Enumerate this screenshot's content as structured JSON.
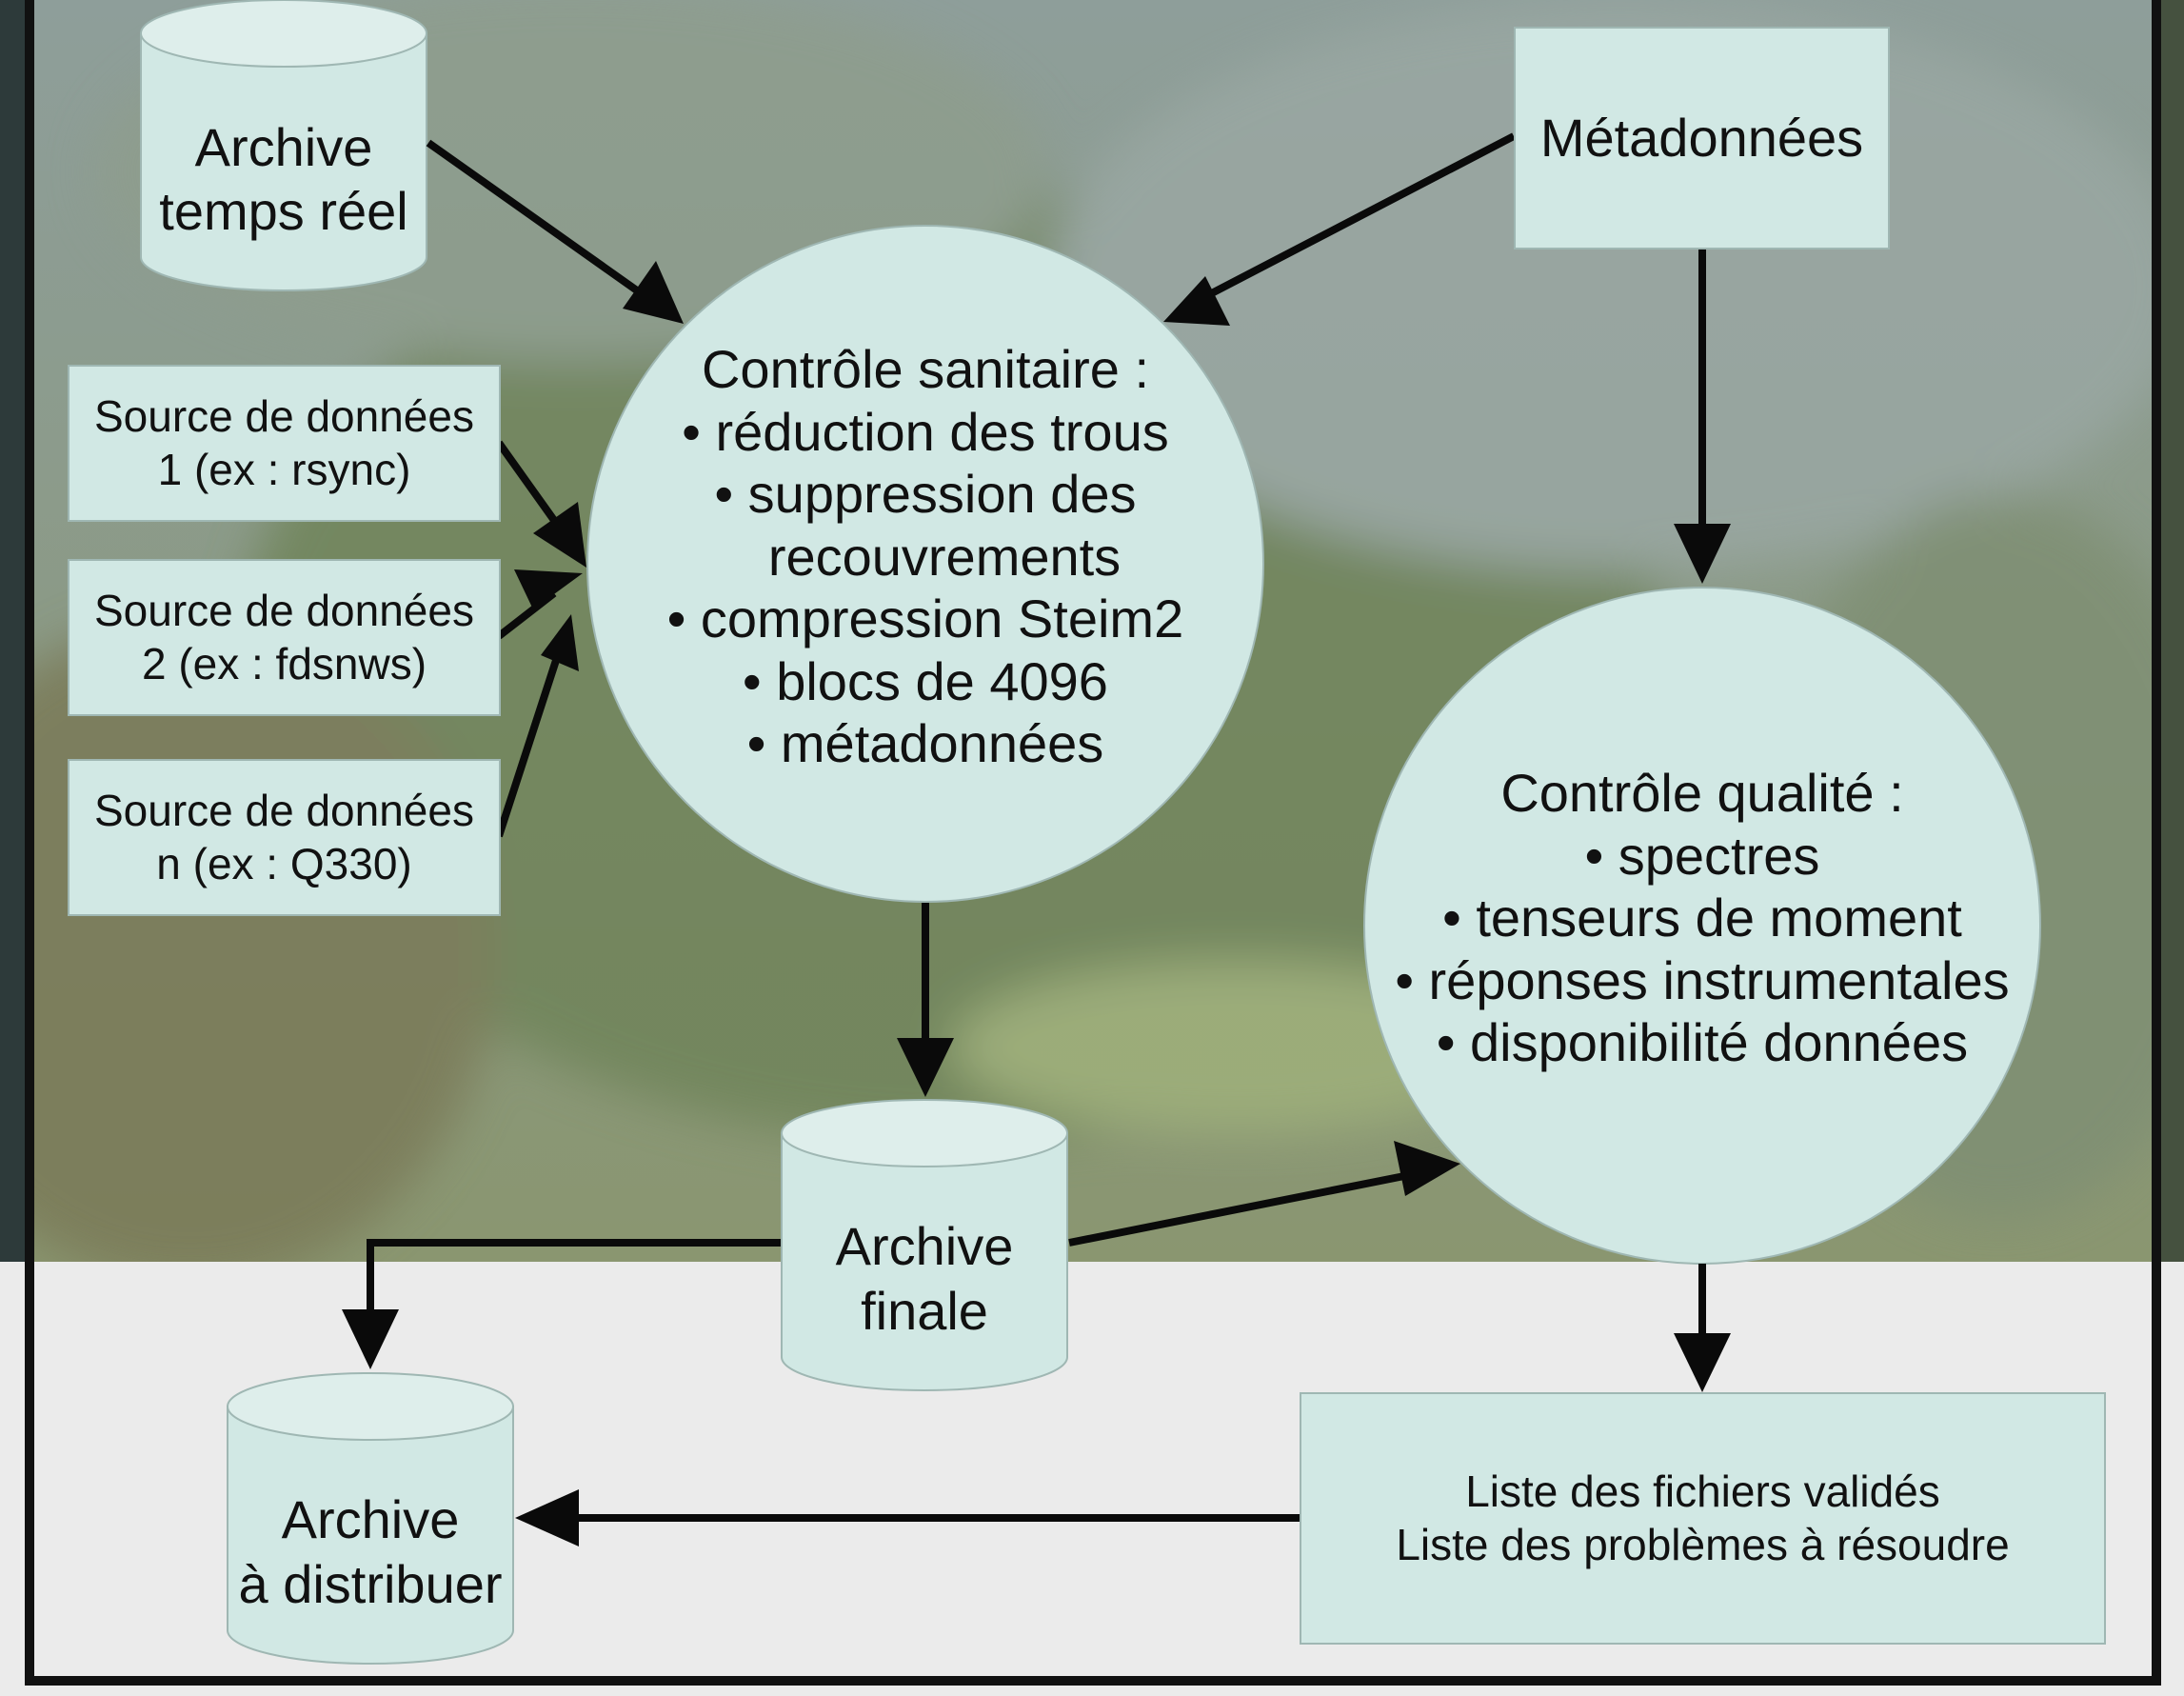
{
  "nodes": {
    "archive_tr": {
      "lines": [
        "Archive",
        "temps réel"
      ]
    },
    "metadata": {
      "label": "Métadonnées"
    },
    "source_1": {
      "lines": [
        "Source de données",
        "1 (ex : rsync)"
      ]
    },
    "source_2": {
      "lines": [
        "Source de données",
        "2 (ex : fdsnws)"
      ]
    },
    "source_n": {
      "lines": [
        "Source de données",
        "n (ex : Q330)"
      ]
    },
    "sanitary": {
      "title": "Contrôle sanitaire :",
      "items": [
        "• réduction des trous",
        "• suppression des",
        "recouvrements",
        "• compression Steim2",
        "• blocs de 4096",
        "• métadonnées"
      ]
    },
    "quality": {
      "title": "Contrôle qualité :",
      "items": [
        "• spectres",
        "• tenseurs de moment",
        "• réponses instrumentales",
        "• disponibilité données"
      ]
    },
    "archive_final": {
      "lines": [
        "Archive",
        "finale"
      ]
    },
    "archive_dist": {
      "lines": [
        "Archive",
        "à distribuer"
      ]
    },
    "lists": {
      "lines": [
        "Liste des fichiers validés",
        "Liste des problèmes à résoudre"
      ]
    }
  },
  "colors": {
    "node_fill": "#d1e8e4",
    "node_stroke": "#9fb7b3",
    "arrow": "#0a0a0a",
    "bottom_band": "#ebebeb",
    "frame": "#111111"
  }
}
